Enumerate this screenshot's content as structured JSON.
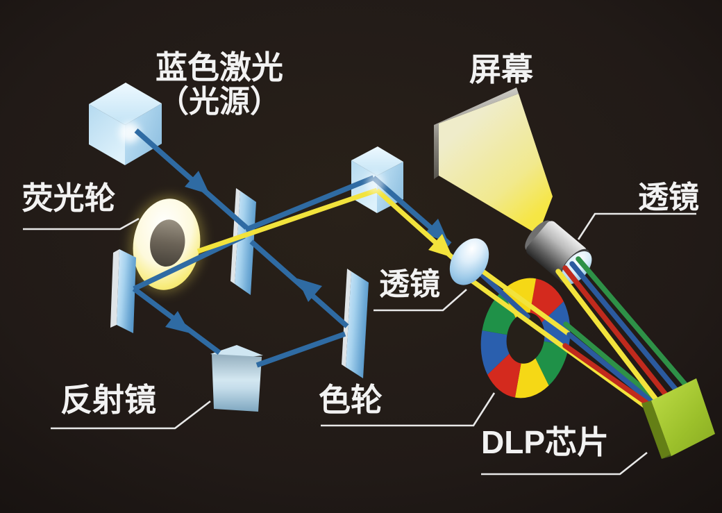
{
  "diagram": {
    "title_line1": "蓝色激光",
    "title_line2": "（光源）",
    "labels": {
      "screen": "屏幕",
      "phosphor_wheel": "荧光轮",
      "lens_right": "透镜",
      "lens_mid": "透镜",
      "reflector": "反射镜",
      "color_wheel": "色轮",
      "dlp_chip": "DLP芯片"
    },
    "colors": {
      "background": "#211a17",
      "beam_blue": "#2f6ba3",
      "beam_yellow": "#f2e33c",
      "bundle_red": "#c02a1d",
      "bundle_green": "#2e9147",
      "bundle_blue": "#2b5a9e",
      "chip_green": "#a6cc30",
      "wheel_red": "#d42a1e",
      "wheel_blue": "#2a5fae",
      "wheel_green": "#1f9148",
      "wheel_yellow": "#f5d816",
      "label_text": "#f2f2f2",
      "label_line": "#e8e8e8"
    }
  }
}
